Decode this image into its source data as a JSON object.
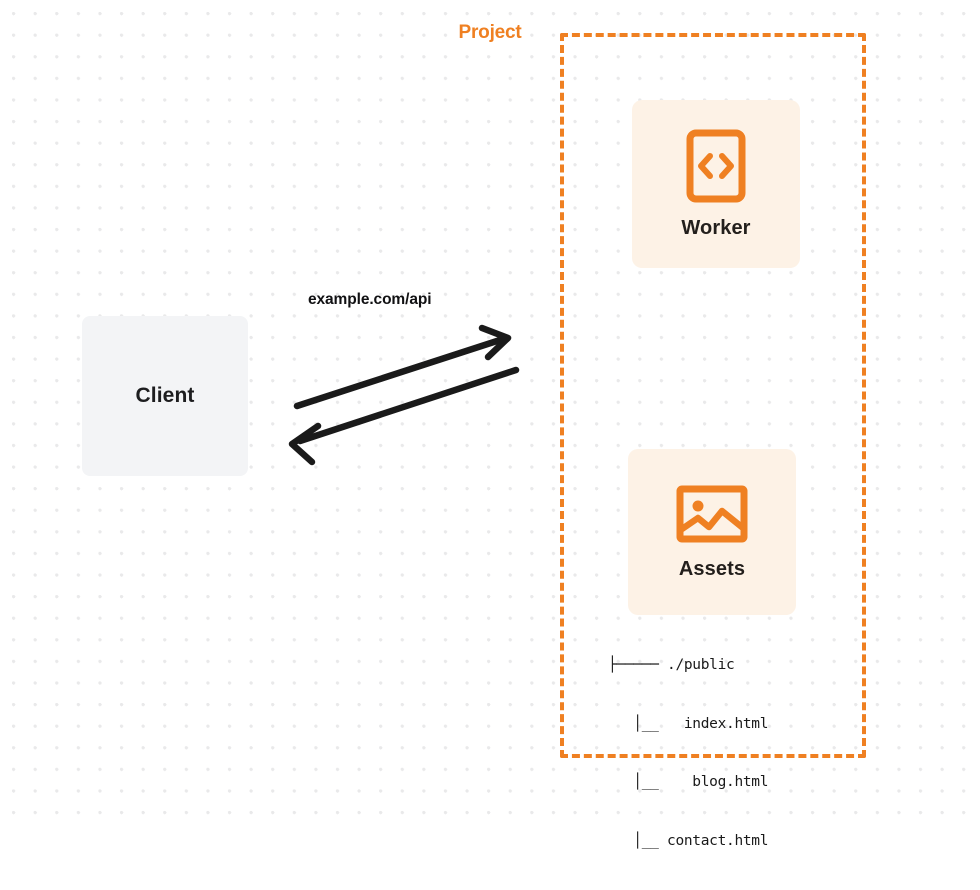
{
  "diagram": {
    "title": "Project",
    "background": {
      "style": "dot-grid",
      "dot_color": "#e9e9ea",
      "page_color": "#ffffff"
    },
    "colors": {
      "accent_orange": "#ef8022",
      "card_background": "#fdf2e6",
      "client_background": "#f3f4f6",
      "text_dark": "#1d1d1f",
      "arrow_stroke": "#1a1a1a"
    },
    "client": {
      "label": "Client",
      "icon": "client-box"
    },
    "connection": {
      "label": "example.com/api",
      "direction": "bidirectional",
      "outbound_arrow": "request-arrow",
      "inbound_arrow": "response-arrow"
    },
    "project": {
      "label": "Project",
      "border_style": "dashed",
      "cards": [
        {
          "id": "worker",
          "label": "Worker",
          "icon": "code-brackets-icon"
        },
        {
          "id": "assets",
          "label": "Assets",
          "icon": "image-picture-icon"
        }
      ],
      "file_tree": {
        "lines": [
          "├───── ./public",
          "   │__   index.html",
          "   │__    blog.html",
          "   │__ contact.html"
        ],
        "root": "./public",
        "files": [
          "index.html",
          "blog.html",
          "contact.html"
        ]
      }
    }
  }
}
